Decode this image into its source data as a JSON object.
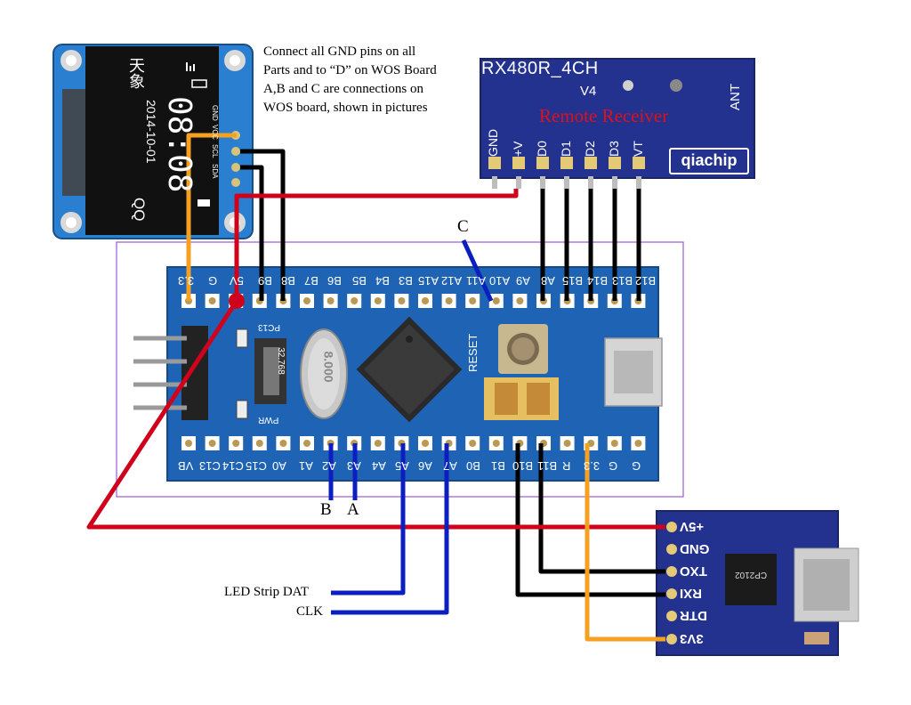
{
  "notes": {
    "line1": "Connect all GND pins on all",
    "line2": "Parts and to “D” on WOS Board",
    "line3": "A,B and C are connections on",
    "line4": "WOS board, shown in pictures"
  },
  "receiver": {
    "model": "RX480R_4CH",
    "version": "V4",
    "antenna": "ANT",
    "title": "Remote Receiver",
    "brand": "qiachip",
    "pins": [
      "GND",
      "+V",
      "D0",
      "D1",
      "D2",
      "D3",
      "VT"
    ]
  },
  "oled": {
    "time": "08:08",
    "date": "2014-10-01",
    "chinese": "天象",
    "qq": "QQ",
    "pins": [
      "GND",
      "VCC",
      "SCL",
      "SDA"
    ]
  },
  "board": {
    "top_pins": [
      "B12",
      "B13",
      "B14",
      "B15",
      "A8",
      "A9",
      "A10",
      "A11",
      "A12",
      "A15",
      "B3",
      "B4",
      "B5",
      "B6",
      "B7",
      "B8",
      "B9",
      "5V",
      "G",
      "3.3"
    ],
    "bottom_pins": [
      "VB",
      "C13",
      "C14",
      "C15",
      "A0",
      "A1",
      "A2",
      "A3",
      "A4",
      "A5",
      "A6",
      "A7",
      "B0",
      "B1",
      "B10",
      "B11",
      "R",
      "3.3",
      "G",
      "G"
    ],
    "reset": "RESET",
    "pc13": "PC13",
    "pwr": "PWR",
    "crystal": "32.768",
    "crystal2": "8.000"
  },
  "usb": {
    "pins": [
      "+5V",
      "GND",
      "TXO",
      "RXI",
      "DTR",
      "3V3"
    ],
    "chip": "CP2102"
  },
  "labels": {
    "a": "A",
    "b": "B",
    "c": "C",
    "led_dat": "LED Strip DAT",
    "clk": "CLK"
  },
  "colors": {
    "gnd_wire": "#000000",
    "power_wire": "#d0021b",
    "data_wire": "#0b1fc0",
    "supply_3v3": "#f5a020",
    "pcb_blue": "#1f64b4",
    "outline": "#9b59d0"
  }
}
